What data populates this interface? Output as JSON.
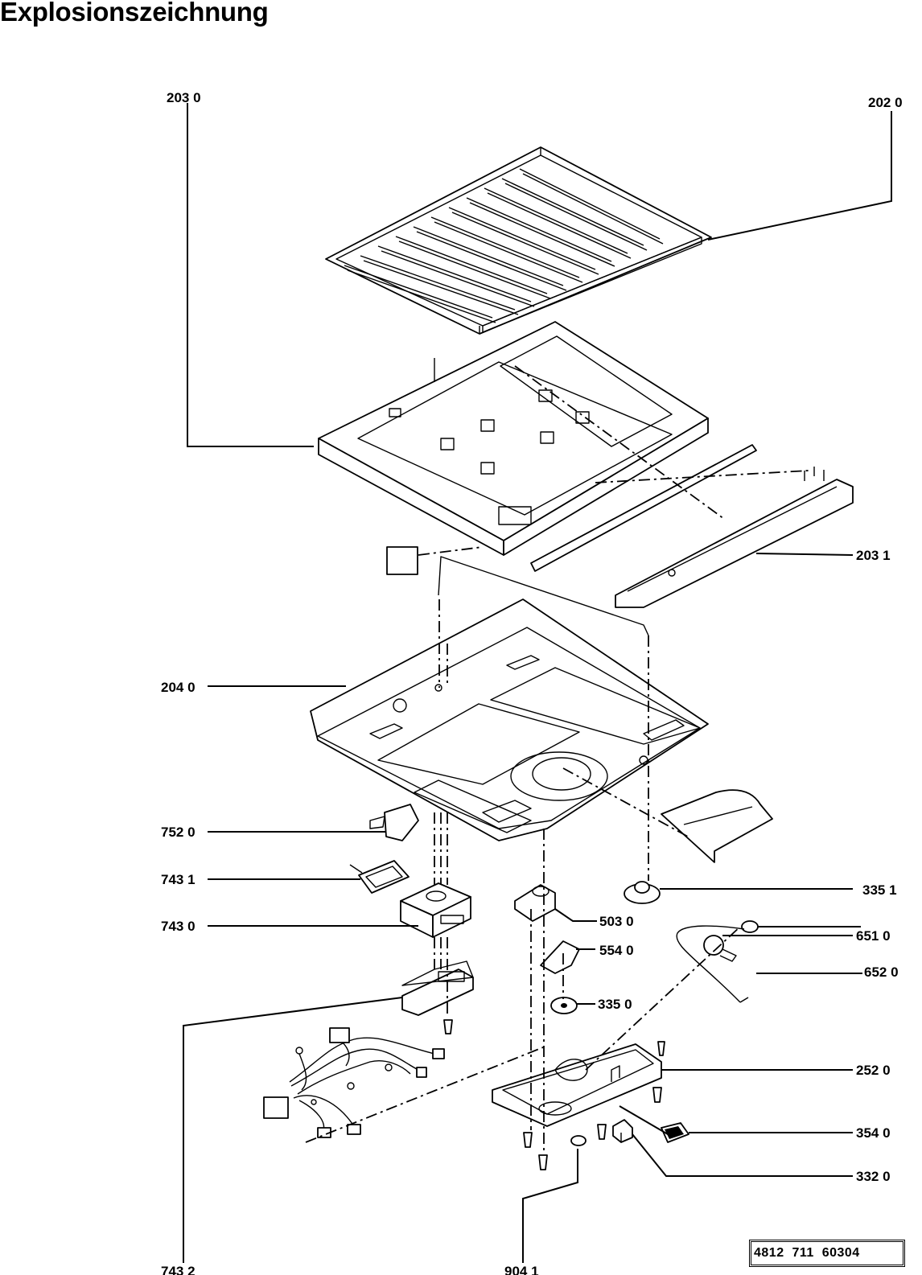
{
  "title": "Explosionszeichnung",
  "labels": {
    "l2030": "203 0",
    "l2020": "202 0",
    "l2031": "203 1",
    "l2040": "204 0",
    "l7520": "752 0",
    "l7431": "743 1",
    "l7430": "743 0",
    "l3351": "335 1",
    "l5030": "503 0",
    "l5540": "554 0",
    "l6510": "651 0",
    "l6520": "652 0",
    "l3350": "335 0",
    "l2520": "252 0",
    "l3540": "354 0",
    "l3320": "332 0",
    "l7432": "743 2",
    "l9041": "904 1"
  },
  "document_number": "4812  711  60304"
}
